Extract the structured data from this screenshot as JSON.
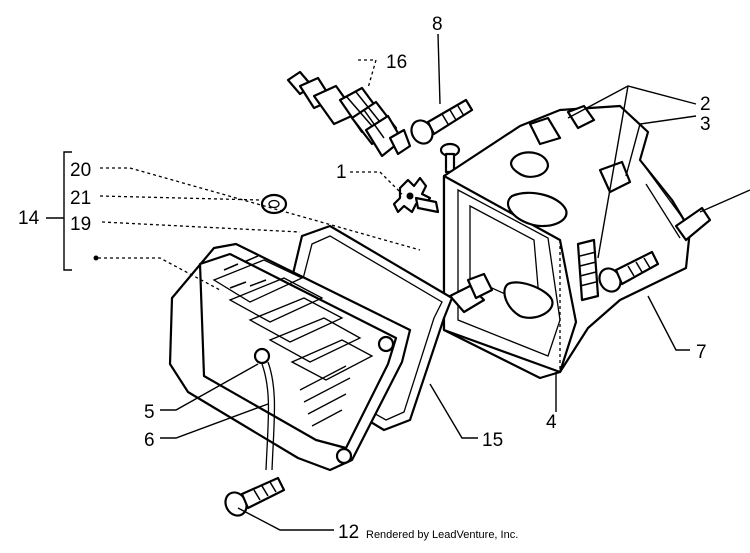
{
  "callouts": {
    "c1": "1",
    "c2": "2",
    "c3": "3",
    "c4": "4",
    "c5": "5",
    "c6": "6",
    "c7": "7",
    "c8": "8",
    "c12": "12",
    "c14": "14",
    "c15": "15",
    "c16": "16",
    "c19": "19",
    "c20": "20",
    "c21": "21"
  },
  "footer": {
    "rendered_by": "Rendered by LeadVenture, Inc."
  }
}
